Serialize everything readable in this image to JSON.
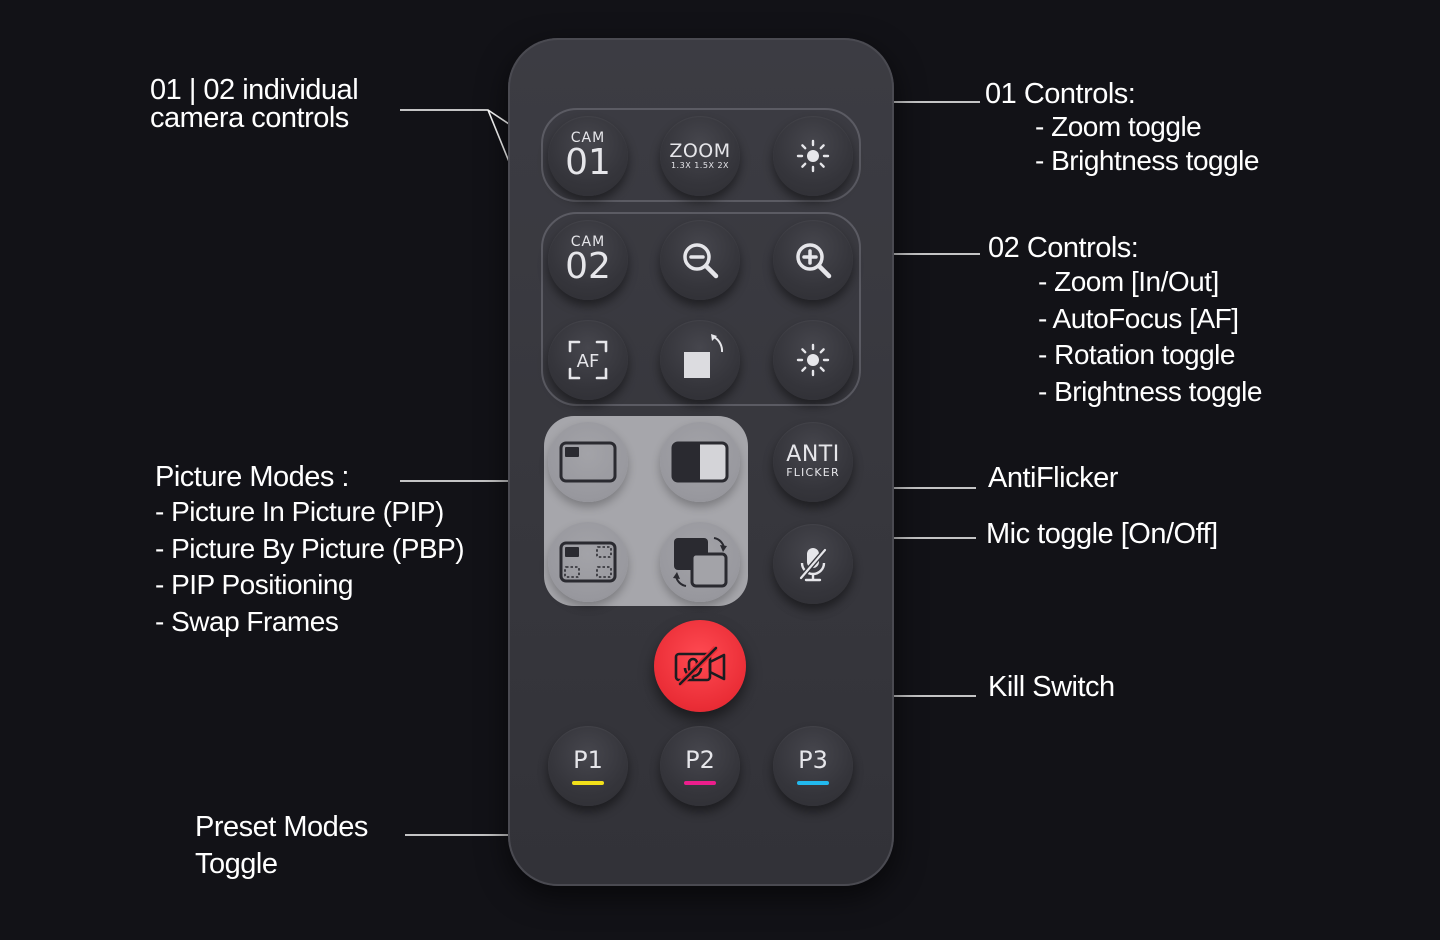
{
  "annotations": {
    "camera_controls": {
      "line1": "01 | 02 individual",
      "line2": "camera controls"
    },
    "controls_01": {
      "title": "01 Controls:",
      "items": [
        "- Zoom toggle",
        "- Brightness toggle"
      ]
    },
    "controls_02": {
      "title": "02 Controls:",
      "items": [
        "- Zoom [In/Out]",
        "- AutoFocus [AF]",
        "- Rotation toggle",
        "- Brightness toggle"
      ]
    },
    "picture_modes": {
      "title": "Picture Modes :",
      "items": [
        "- Picture In Picture (PIP)",
        "- Picture By Picture (PBP)",
        "- PIP Positioning",
        "- Swap Frames"
      ]
    },
    "antiflicker": "AntiFlicker",
    "mic_toggle": "Mic toggle [On/Off]",
    "kill_switch": "Kill Switch",
    "preset_modes": {
      "line1": "Preset Modes",
      "line2": "Toggle"
    }
  },
  "remote": {
    "cam01": {
      "small": "CAM",
      "big": "01"
    },
    "zoom": {
      "label": "ZOOM",
      "levels": "1.3X 1.5X 2X"
    },
    "cam02": {
      "small": "CAM",
      "big": "02"
    },
    "af_label": "AF",
    "anti": {
      "top": "ANTI",
      "bottom": "FLICKER"
    },
    "presets": [
      {
        "label": "P1",
        "color": "#f2e01a"
      },
      {
        "label": "P2",
        "color": "#ec1e8c"
      },
      {
        "label": "P3",
        "color": "#22b9ee"
      }
    ]
  },
  "colors": {
    "background": "#121217",
    "remote_body": "#38383e",
    "kill_switch": "#ea2d36",
    "picture_mode_panel": "#a6a6ab"
  }
}
